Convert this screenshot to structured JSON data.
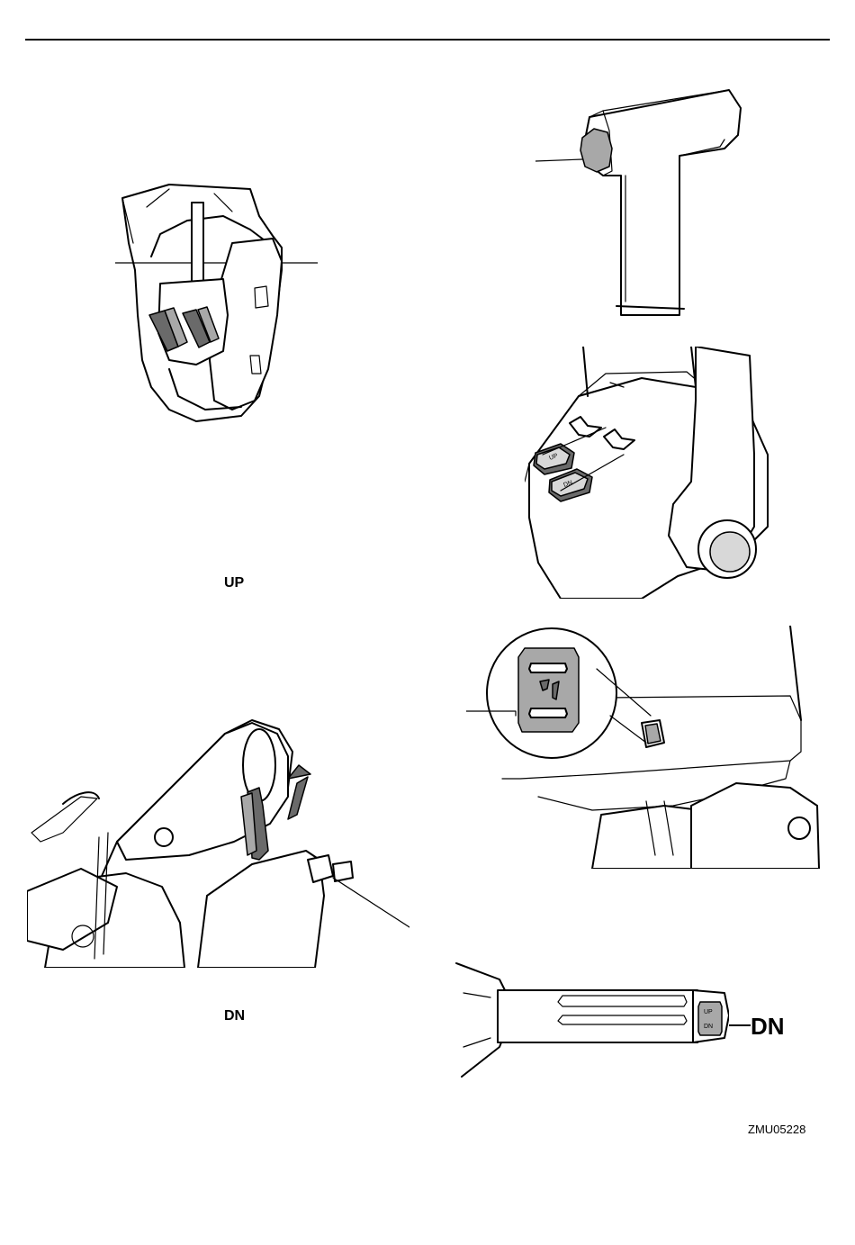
{
  "labels": {
    "up": "UP",
    "dn": "DN",
    "dn_large": "DN"
  },
  "switch_text": {
    "up": "UP",
    "dn": "DN"
  },
  "figure_code": "ZMU05228"
}
